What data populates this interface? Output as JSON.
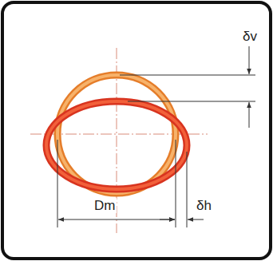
{
  "diagram": {
    "labels": [
      "δv",
      "Dm",
      "δh"
    ]
  }
}
